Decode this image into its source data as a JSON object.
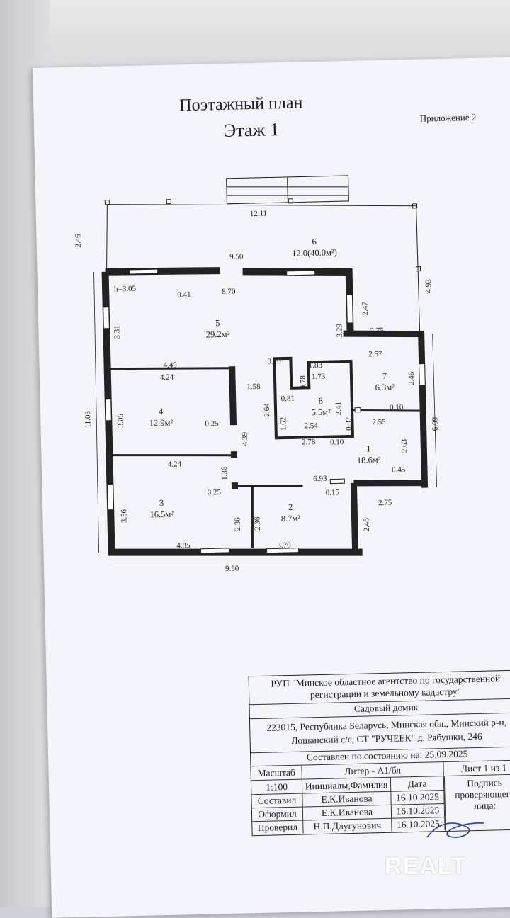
{
  "header": {
    "title": "Поэтажный план",
    "floor": "Этаж 1",
    "appendix": "Приложение 2"
  },
  "plan": {
    "dims": {
      "d1": "12.11",
      "d2": "2.46",
      "d3": "9.50",
      "d4": "h=3.05",
      "d5": "0.41",
      "d6": "8.70",
      "d7": "4.93",
      "d8": "2.47",
      "d9": "3.31",
      "d10": "3.29",
      "d11": "2.75",
      "d12": "2.57",
      "d13": "4.49",
      "d14": "4.24",
      "d15": "0.10",
      "d16": "1.88",
      "d17": "1.58",
      "d18": "0.78",
      "d19": "1.73",
      "d20": "2.46",
      "d21": "11.03",
      "d22": "3.05",
      "d23": "2.64",
      "d24": "0.81",
      "d25": "2.41",
      "d26": "0.10",
      "d27": "6.09",
      "d28": "1.62",
      "d29": "0.87",
      "d30": "2.55",
      "d31": "0.25",
      "d32": "2.54",
      "d33": "4.39",
      "d34": "2.78",
      "d35": "0.10",
      "d36": "2.63",
      "d37": "4.24",
      "d38": "1.36",
      "d39": "6.93",
      "d40": "0.45",
      "d41": "0.25",
      "d42": "0.15",
      "d43": "2.75",
      "d44": "3.56",
      "d45": "2.36",
      "d46": "2.36",
      "d47": "2.46",
      "d48": "4.85",
      "d49": "3.70",
      "d50": "9.50"
    },
    "rooms": {
      "r6_num": "6",
      "r6_area": "12.0(40.0м²)",
      "r5_num": "5",
      "r5_area": "29.2м²",
      "r4_num": "4",
      "r4_area": "12.9м²",
      "r8_num": "8",
      "r8_area": "5.5м²",
      "r7_num": "7",
      "r7_area": "6.3м²",
      "r1_num": "1",
      "r1_area": "18.6м²",
      "r3_num": "3",
      "r3_area": "16.5м²",
      "r2_num": "2",
      "r2_area": "8.7м²"
    }
  },
  "stamp": {
    "org": "РУП \"Минское областное агентство по государственной",
    "org2": "регистрации и земельному кадастру\"",
    "object": "Садовый домик",
    "address1": "223015, Республика Беларусь, Минская обл., Минский р-н,",
    "address2": "Лошанский с/с, СТ \"РУЧЕЕК\" д. Рябушки, 246",
    "state": "Составлен по состоянию на: 25.09.2025",
    "scale_label": "Масштаб",
    "liter": "Литер - А1/бл",
    "sheet": "Лист 1 из 1",
    "scale": "1:100",
    "initials_hdr": "Инициалы,Фамилия",
    "date_hdr": "Дата",
    "sign_hdr": "Подпись проверяющего лица:",
    "rows": [
      {
        "role": "Составил",
        "name": "Е.К.Иванова",
        "date": "16.10.2025"
      },
      {
        "role": "Оформил",
        "name": "Е.К.Иванова",
        "date": "16.10.2025"
      },
      {
        "role": "Проверил",
        "name": "Н.П.Длугунович",
        "date": "16.10.2025"
      }
    ]
  },
  "watermark": "REALT"
}
